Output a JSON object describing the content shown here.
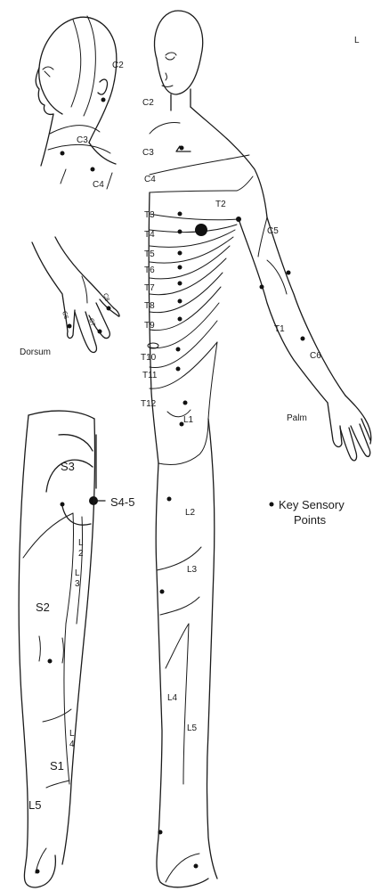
{
  "labels": {
    "corner": "L",
    "head_c2": "C2",
    "head_c3": "C3",
    "head_c4": "C4",
    "hand_c6": "C6",
    "hand_c7": "C7",
    "hand_c8": "C8",
    "dorsum": "Dorsum",
    "body_c2": "C2",
    "body_c3": "C3",
    "body_c4": "C4",
    "t2": "T2",
    "t3": "T3",
    "t4": "T4",
    "t5": "T5",
    "t6": "T6",
    "t7": "T7",
    "t8": "T8",
    "t9": "T9",
    "t10": "T10",
    "t11": "T11",
    "t12": "T12",
    "c5": "C5",
    "t1": "T1",
    "c6": "C6",
    "palm": "Palm",
    "l1": "L1",
    "l2": "L2",
    "l3": "L3",
    "l4": "L4",
    "l5": "L5",
    "s3": "S3",
    "s4_5": "S4-5",
    "s2": "S2",
    "leg_l2": "L",
    "leg_l2b": "2",
    "leg_l3": "L",
    "leg_l3b": "3",
    "leg_l4a": "L",
    "leg_l4b": "4",
    "s1": "S1",
    "leg_l5": "L5",
    "legend_line1": "Key Sensory",
    "legend_line2": "Points"
  },
  "colors": {
    "ink": "#1a1a1a",
    "background": "#ffffff"
  }
}
